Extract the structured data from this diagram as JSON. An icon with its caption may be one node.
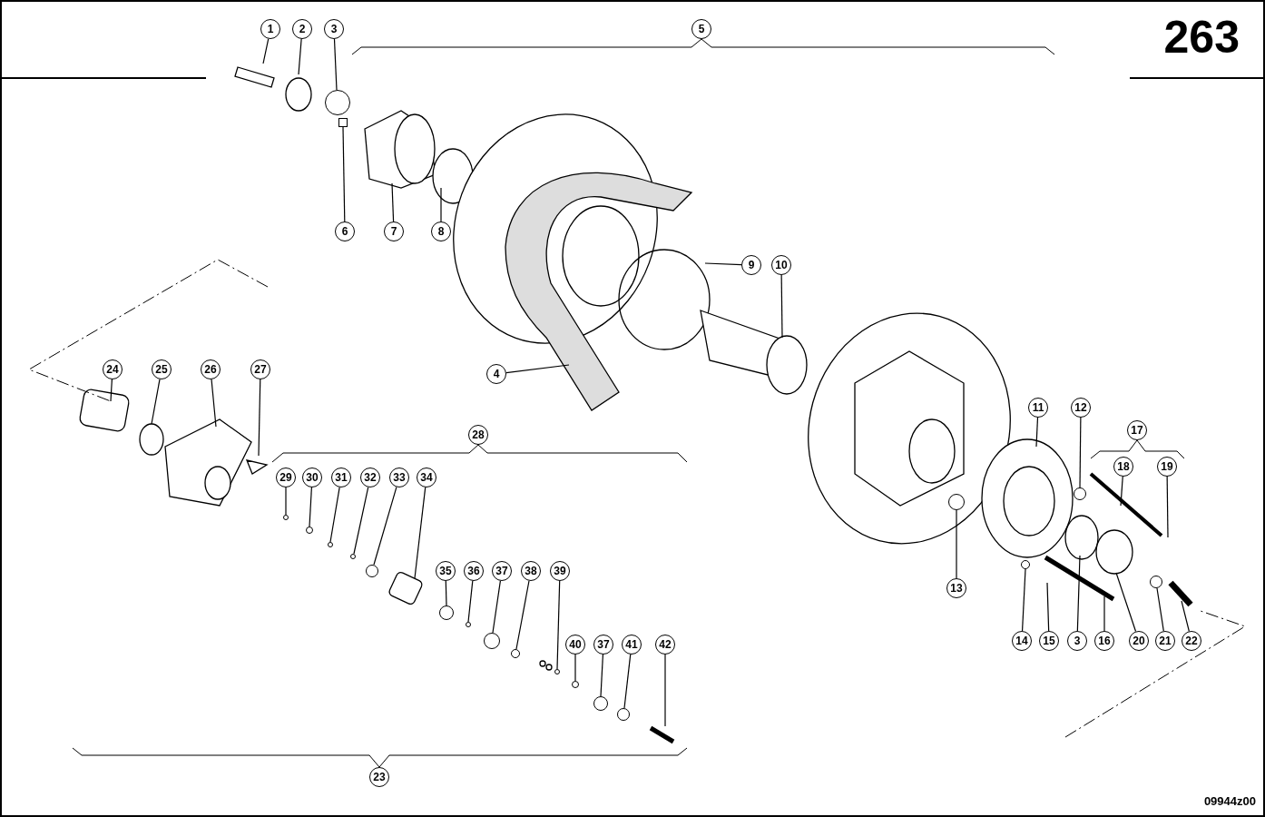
{
  "diagram": {
    "nodes": [
      {
        "text": [
          "1"
        ]
      },
      {
        "text": [
          "2"
        ]
      },
      {
        "text": [
          "3"
        ]
      },
      {
        "text": [
          "5"
        ]
      },
      {
        "text": [
          "6"
        ]
      },
      {
        "text": [
          "7"
        ]
      },
      {
        "text": [
          "8"
        ]
      },
      {
        "text": [
          "9"
        ]
      },
      {
        "text": [
          "10"
        ]
      },
      {
        "text": [
          "24"
        ]
      },
      {
        "text": [
          "25"
        ]
      },
      {
        "text": [
          "26"
        ]
      },
      {
        "text": [
          "27"
        ]
      },
      {
        "text": [
          "4"
        ]
      },
      {
        "text": [
          "11"
        ]
      },
      {
        "text": [
          "12"
        ]
      },
      {
        "text": [
          "17"
        ]
      },
      {
        "text": [
          "28"
        ]
      },
      {
        "text": [
          "18"
        ]
      },
      {
        "text": [
          "19"
        ]
      },
      {
        "text": [
          "29"
        ]
      },
      {
        "text": [
          "30"
        ]
      },
      {
        "text": [
          "31"
        ]
      },
      {
        "text": [
          "32"
        ]
      },
      {
        "text": [
          "33"
        ]
      },
      {
        "text": [
          "34"
        ]
      },
      {
        "text": [
          "35"
        ]
      },
      {
        "text": [
          "36"
        ]
      },
      {
        "text": [
          "37"
        ]
      },
      {
        "text": [
          "38"
        ]
      },
      {
        "text": [
          "39"
        ]
      },
      {
        "text": [
          "13"
        ]
      },
      {
        "text": [
          "14"
        ]
      },
      {
        "text": [
          "15"
        ]
      },
      {
        "text": [
          "3"
        ]
      },
      {
        "text": [
          "16"
        ]
      },
      {
        "text": [
          "20"
        ]
      },
      {
        "text": [
          "21"
        ]
      },
      {
        "text": [
          "22"
        ]
      },
      {
        "text": [
          "40"
        ]
      },
      {
        "text": [
          "37"
        ]
      },
      {
        "text": [
          "41"
        ]
      },
      {
        "text": [
          "42"
        ]
      },
      {
        "text": [
          "23"
        ]
      },
      {
        "text": [],
        "shape": "circle"
      },
      {
        "text": [],
        "shape": "box"
      },
      {
        "text": [],
        "shape": "circle"
      },
      {
        "text": [],
        "shape": "circle"
      },
      {
        "text": [],
        "shape": "circle"
      },
      {
        "text": [],
        "shape": "circle"
      },
      {
        "text": [],
        "shape": "circle"
      },
      {
        "text": [],
        "shape": "circle"
      },
      {
        "text": [],
        "shape": "circle"
      },
      {
        "text": [],
        "shape": "circle"
      },
      {
        "text": [],
        "shape": "circle"
      },
      {
        "text": [],
        "shape": "circle"
      },
      {
        "text": [],
        "shape": "circle"
      },
      {
        "text": [],
        "shape": "circle"
      },
      {
        "text": [],
        "shape": "circle"
      },
      {
        "text": [],
        "shape": "circle"
      },
      {
        "text": [],
        "shape": "circle"
      },
      {
        "text": [],
        "shape": "circle"
      },
      {
        "text": [],
        "shape": "circle"
      }
    ],
    "edges": [
      {
        "from": 0,
        "to": null,
        "arrow": "none"
      },
      {
        "from": 1,
        "to": null,
        "arrow": "none"
      },
      {
        "from": 2,
        "to": 44,
        "arrow": "none"
      },
      {
        "from": 4,
        "to": 45,
        "arrow": "none"
      },
      {
        "from": 5,
        "to": null,
        "arrow": "none"
      },
      {
        "from": 6,
        "to": null,
        "arrow": "none"
      },
      {
        "from": 7,
        "to": null,
        "arrow": "none"
      },
      {
        "from": 8,
        "to": null,
        "arrow": "none"
      },
      {
        "from": 9,
        "to": null,
        "arrow": "none"
      },
      {
        "from": 10,
        "to": null,
        "arrow": "none"
      },
      {
        "from": 11,
        "to": null,
        "arrow": "none"
      },
      {
        "from": 12,
        "to": null,
        "arrow": "none"
      },
      {
        "from": 13,
        "to": null,
        "arrow": "none"
      },
      {
        "from": 14,
        "to": null,
        "arrow": "none"
      },
      {
        "from": 15,
        "to": 59,
        "arrow": "none"
      },
      {
        "from": 18,
        "to": null,
        "arrow": "none"
      },
      {
        "from": 19,
        "to": null,
        "arrow": "none"
      },
      {
        "from": 20,
        "to": 46,
        "arrow": "none"
      },
      {
        "from": 21,
        "to": 47,
        "arrow": "none"
      },
      {
        "from": 22,
        "to": 48,
        "arrow": "none"
      },
      {
        "from": 23,
        "to": 49,
        "arrow": "none"
      },
      {
        "from": 24,
        "to": 50,
        "arrow": "none"
      },
      {
        "from": 25,
        "to": null,
        "arrow": "none"
      },
      {
        "from": 26,
        "to": 51,
        "arrow": "none"
      },
      {
        "from": 27,
        "to": 52,
        "arrow": "none"
      },
      {
        "from": 28,
        "to": 53,
        "arrow": "none"
      },
      {
        "from": 29,
        "to": 54,
        "arrow": "none"
      },
      {
        "from": 30,
        "to": 55,
        "arrow": "none"
      },
      {
        "from": 31,
        "to": 62,
        "arrow": "none"
      },
      {
        "from": 32,
        "to": 60,
        "arrow": "none"
      },
      {
        "from": 33,
        "to": null,
        "arrow": "none"
      },
      {
        "from": 34,
        "to": null,
        "arrow": "none"
      },
      {
        "from": 35,
        "to": null,
        "arrow": "none"
      },
      {
        "from": 36,
        "to": null,
        "arrow": "none"
      },
      {
        "from": 37,
        "to": 61,
        "arrow": "none"
      },
      {
        "from": 38,
        "to": null,
        "arrow": "none"
      },
      {
        "from": 39,
        "to": 56,
        "arrow": "none"
      },
      {
        "from": 40,
        "to": 57,
        "arrow": "none"
      },
      {
        "from": 41,
        "to": 58,
        "arrow": "none"
      },
      {
        "from": 42,
        "to": null,
        "arrow": "none"
      }
    ],
    "labels": [
      "263",
      "09944z00"
    ]
  }
}
